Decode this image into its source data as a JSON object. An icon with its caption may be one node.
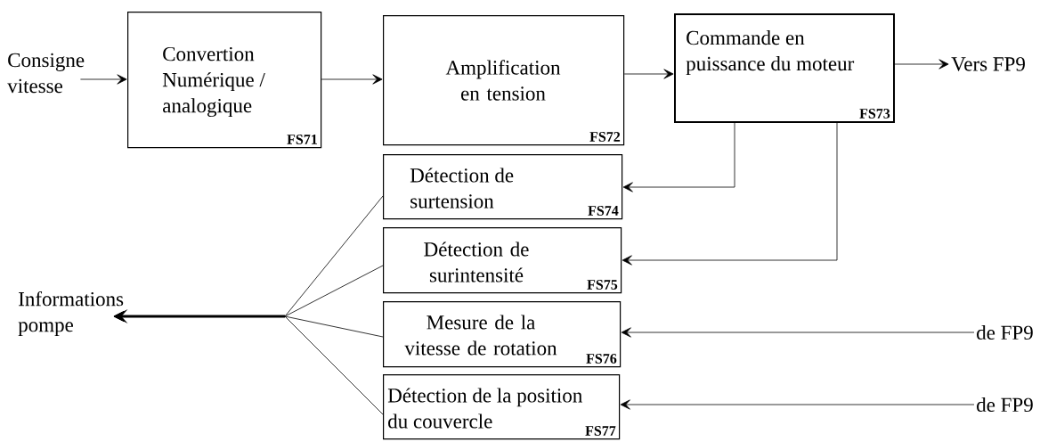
{
  "diagram": {
    "nodes": [
      {
        "text": [
          "Consigne vitesse"
        ]
      },
      {
        "text": [
          "Convertion Numérique / analogique",
          "FS71"
        ]
      },
      {
        "text": [
          "Amplification en tension",
          "FS72"
        ]
      },
      {
        "text": [
          "Commande en puissance du moteur",
          "FS73"
        ]
      },
      {
        "text": [
          "Vers FP9"
        ]
      },
      {
        "text": [
          "Détection de surtension",
          "FS74"
        ]
      },
      {
        "text": [
          "Détection de surintensité",
          "FS75"
        ]
      },
      {
        "text": [
          "Mesure de la vitesse de rotation",
          "FS76"
        ]
      },
      {
        "text": [
          "Détection de la position du couvercle",
          "FS77"
        ]
      },
      {
        "text": [
          "de FP9"
        ]
      },
      {
        "text": [
          "de FP9"
        ]
      },
      {
        "text": [
          "Informations pompe"
        ]
      }
    ],
    "edges": [
      {
        "from": 0,
        "to": 1,
        "arrow": "to"
      },
      {
        "from": 1,
        "to": 2,
        "arrow": "to"
      },
      {
        "from": 2,
        "to": 3,
        "arrow": "to"
      },
      {
        "from": 3,
        "to": 4,
        "arrow": "to"
      },
      {
        "from": 3,
        "to": 5,
        "arrow": "to"
      },
      {
        "from": 3,
        "to": 6,
        "arrow": "to"
      },
      {
        "from": 9,
        "to": 7,
        "arrow": "to"
      },
      {
        "from": 10,
        "to": 8,
        "arrow": "to"
      },
      {
        "from": 5,
        "to": 11,
        "arrow": "to"
      },
      {
        "from": 6,
        "to": 11,
        "arrow": "to"
      },
      {
        "from": 7,
        "to": 11,
        "arrow": "to"
      },
      {
        "from": 8,
        "to": 11,
        "arrow": "to"
      }
    ]
  }
}
